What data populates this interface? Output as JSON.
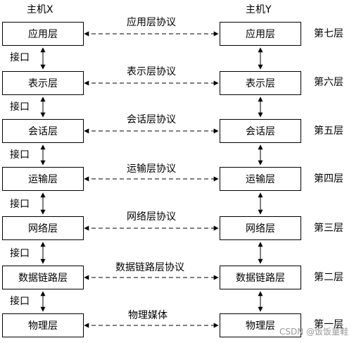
{
  "hosts": {
    "left": "主机X",
    "right": "主机Y"
  },
  "interface_label": "接口",
  "layers": [
    {
      "name": "应用层",
      "protocol": "应用层协议",
      "ordinal": "第七层"
    },
    {
      "name": "表示层",
      "protocol": "表示层协议",
      "ordinal": "第六层"
    },
    {
      "name": "会话层",
      "protocol": "会话层协议",
      "ordinal": "第五层"
    },
    {
      "name": "运输层",
      "protocol": "运输层协议",
      "ordinal": "第四层"
    },
    {
      "name": "网络层",
      "protocol": "网络层协议",
      "ordinal": "第三层"
    },
    {
      "name": "数据链路层",
      "protocol": "数据链路层协议",
      "ordinal": "第二层"
    },
    {
      "name": "物理层",
      "protocol": "物理媒体",
      "ordinal": "第一层"
    }
  ],
  "watermark": "CSDN @饭饭童鞋"
}
